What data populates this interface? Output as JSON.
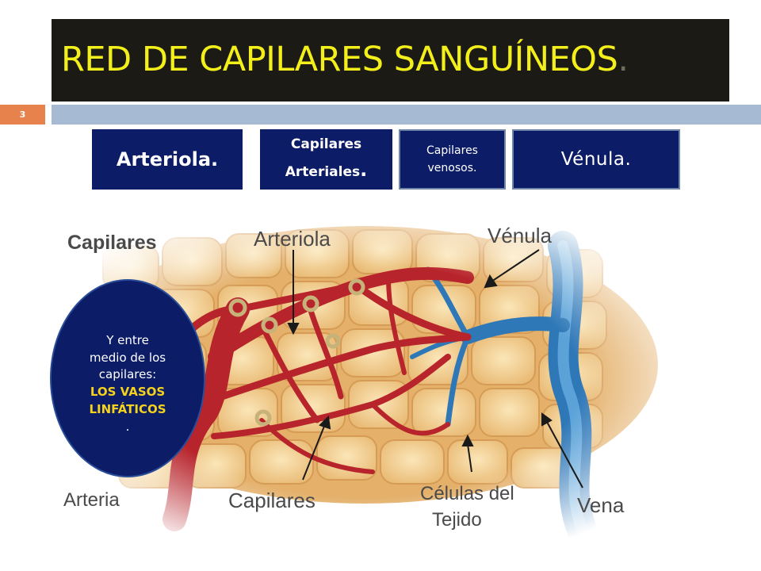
{
  "title": {
    "text": "RED DE CAPILARES SANGUÍNEOS",
    "dot": "."
  },
  "slide_number": "3",
  "boxes": [
    {
      "label": "Arteriola."
    },
    {
      "label_line1": "Capilares",
      "label_line2": "Arteriales",
      "dot": "."
    },
    {
      "label_line1": "Capilares",
      "label_line2": "venosos."
    },
    {
      "label": "Vénula."
    }
  ],
  "diagram": {
    "title": "Capilares",
    "labels": {
      "arteriola": "Arteriola",
      "venula": "Vénula",
      "arteria": "Arteria",
      "capilares": "Capilares",
      "celulas_line1": "Células del",
      "celulas_line2": "Tejido",
      "vena": "Vena"
    },
    "colors": {
      "artery": "#b7242b",
      "vein": "#2f78b8",
      "tissue": "#f0cc8d"
    }
  },
  "callout": {
    "line1": "Y entre",
    "line2": "medio de los",
    "line3": "capilares:",
    "highlight1": "LOS VASOS",
    "highlight2": "LINFÁTICOS",
    "end": "."
  }
}
